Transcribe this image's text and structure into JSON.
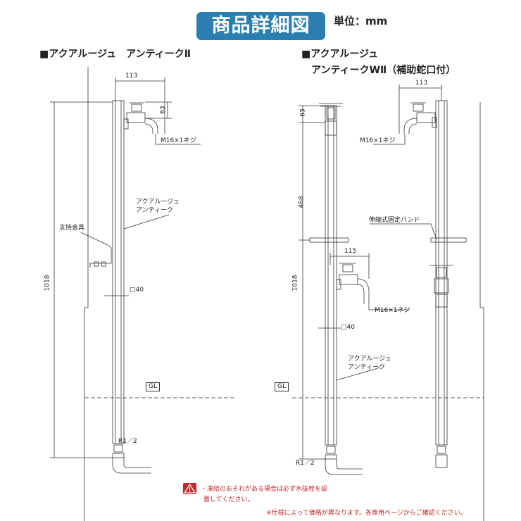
{
  "header": {
    "title": "商品詳細図",
    "unit": "単位：mm"
  },
  "left": {
    "title": "■アクアルージュ　アンティークⅡ",
    "dim_width": "113",
    "dim_top": "63",
    "dim_height": "1018",
    "faucet_thread": "M16×1ネジ",
    "post_name_1": "アクアルージュ",
    "post_name_2": "アンティーク",
    "bracket": "支持金具",
    "post_size": "□40",
    "ground": "GL",
    "pipe_thread": "R1／2"
  },
  "right": {
    "title_1": "■アクアルージュ",
    "title_2": "アンティークWⅡ（補助蛇口付）",
    "dim_width": "113",
    "dim_top": "63",
    "dim_mid": "468",
    "dim_height": "1018",
    "dim_sub_width": "115",
    "faucet_thread_top": "M16×1ネジ",
    "faucet_thread_sub": "M16×1ネジ",
    "band": "伸縮式固定バンド",
    "post_size": "□40",
    "post_name_1": "アクアルージュ",
    "post_name_2": "アンティーク",
    "ground": "GL",
    "pipe_thread": "R1／2"
  },
  "footer": {
    "warning_1": "・凍結のおそれがある場合は必ず水抜栓を設",
    "warning_2": "置してください。",
    "note": "※仕様によって価格が異なります。各専用ページからご確認ください。"
  },
  "colors": {
    "badge": "#2a7fb0",
    "warning": "#c4252b",
    "line": "#333333"
  }
}
